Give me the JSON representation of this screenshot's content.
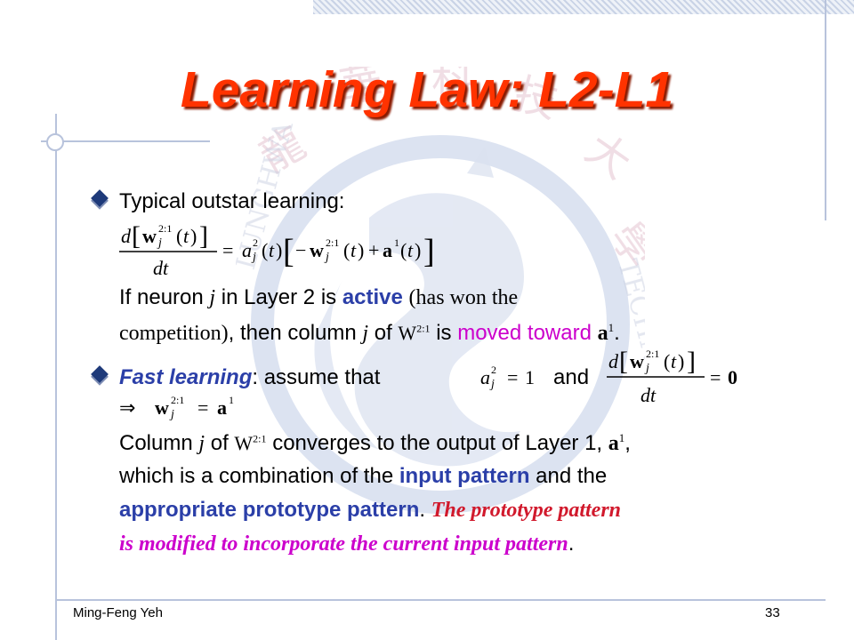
{
  "slide": {
    "title": "Learning Law: L2-L1",
    "bullet1": {
      "heading": "Typical outstar learning:",
      "line_a_1": "If neuron ",
      "line_a_j": "j",
      "line_a_2": " in Layer 2 is ",
      "line_a_active": "active",
      "line_a_paren": "(has won the",
      "line_b_1": "competition)",
      "line_b_2": ", then column ",
      "line_b_j": "j",
      "line_b_3": " of ",
      "line_b_4": "is ",
      "line_b_moved": "moved toward",
      "line_b_end": "."
    },
    "bullet2": {
      "label": "Fast learning",
      "after_label": ":  assume that",
      "and": "and",
      "c1_1": "Column ",
      "c1_j": "j",
      "c1_2": " of",
      "c1_3": "converges to the output of Layer 1,",
      "c1_end": ",",
      "c2_1": "which is a combination of the ",
      "c2_input": "input pattern",
      "c2_2": " and the",
      "c3_proto": "appropriate prototype pattern",
      "c3_2": ".  ",
      "c3_red": "The prototype pattern",
      "c4_red": "is modified to incorporate the current input pattern",
      "c4_end": "."
    },
    "footer": {
      "author": "Ming-Feng Yeh",
      "page": "33"
    },
    "colors": {
      "title": "#ff3300",
      "accent_magenta": "#cc00cc",
      "accent_red": "#d1192c",
      "bullet": "#1e3a7a",
      "decor_line": "#b8c3dc"
    }
  }
}
